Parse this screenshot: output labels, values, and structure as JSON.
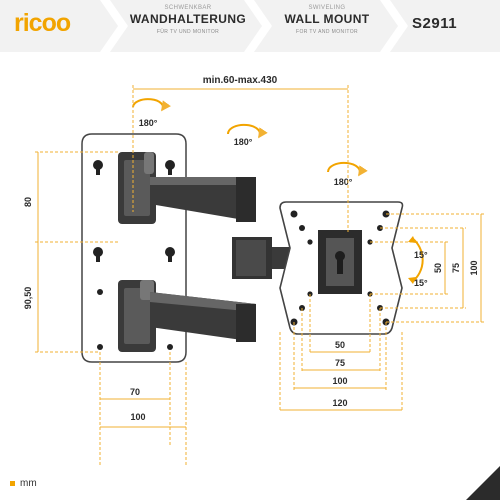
{
  "header": {
    "brand": "ricoo",
    "de_small": "SCHWENKBAR",
    "de_title": "WANDHALTERUNG",
    "de_sub": "FÜR TV UND MONITOR",
    "en_small": "SWIVELING",
    "en_title": "WALL MOUNT",
    "en_sub": "FOR TV AND MONITOR",
    "model": "S2911"
  },
  "diagram": {
    "span_label": "min.60-max.430",
    "rotation_top": "180°",
    "rotation_mid": "180°",
    "rotation_right": "180°",
    "tilt_up": "15°",
    "tilt_down": "15°",
    "dim_80": "80",
    "dim_90_50": "90,50",
    "dim_70": "70",
    "dim_100_wall": "100",
    "dim_50_h": "50",
    "dim_75_h": "75",
    "dim_100_h": "100",
    "dim_120": "120",
    "dim_50_v": "50",
    "dim_75_v": "75",
    "dim_100_v": "100"
  },
  "footer": {
    "unit": "mm"
  },
  "colors": {
    "accent": "#f2a400",
    "metal": "#3a3a3a",
    "dim_line": "#f2b233"
  }
}
